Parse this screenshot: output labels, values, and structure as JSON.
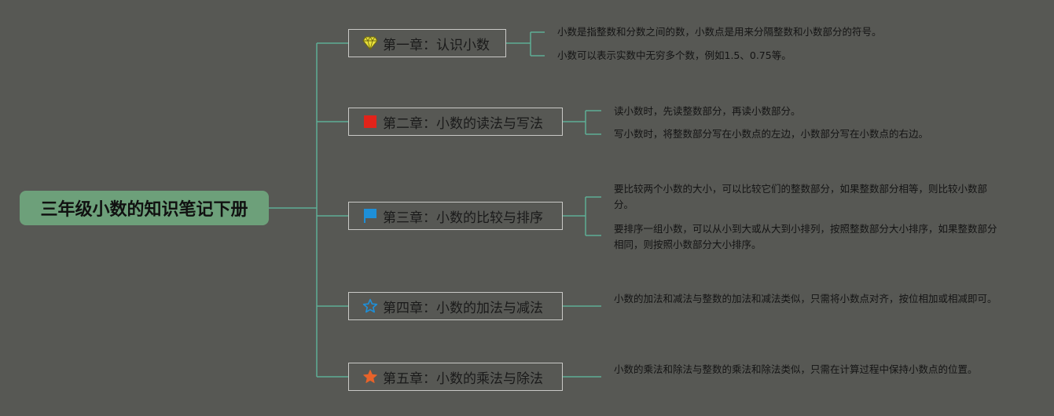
{
  "root": {
    "title": "三年级小数的知识笔记下册"
  },
  "chapters": [
    {
      "title": "第一章：认识小数",
      "icon": "diamond-icon",
      "icon_color": "#e8e03a",
      "notes": [
        "小数是指整数和分数之间的数，小数点是用来分隔整数和小数部分的符号。",
        "小数可以表示实数中无穷多个数，例如1.5、0.75等。"
      ]
    },
    {
      "title": "第二章：小数的读法与写法",
      "icon": "red-square-icon",
      "icon_color": "#e2231a",
      "notes": [
        "读小数时，先读整数部分，再读小数部分。",
        "写小数时，将整数部分写在小数点的左边，小数部分写在小数点的右边。"
      ]
    },
    {
      "title": "第三章：小数的比较与排序",
      "icon": "flag-icon",
      "icon_color": "#1e8fd8",
      "notes": [
        "要比较两个小数的大小，可以比较它们的整数部分，如果整数部分相等，则比较小数部分。",
        "要排序一组小数，可以从小到大或从大到小排列，按照整数部分大小排序，如果整数部分相同，则按照小数部分大小排序。"
      ]
    },
    {
      "title": "第四章：小数的加法与减法",
      "icon": "outline-star-icon",
      "icon_color": "#1e8fd8",
      "notes": [
        "小数的加法和减法与整数的加法和减法类似，只需将小数点对齐，按位相加或相减即可。"
      ]
    },
    {
      "title": "第五章：小数的乘法与除法",
      "icon": "filled-star-icon",
      "icon_color": "#e8632a",
      "notes": [
        "小数的乘法和除法与整数的乘法和除法类似，只需在计算过程中保持小数点的位置。"
      ]
    }
  ],
  "colors": {
    "connector": "#5fae95",
    "background": "#575854",
    "root_fill": "#6da07a"
  }
}
